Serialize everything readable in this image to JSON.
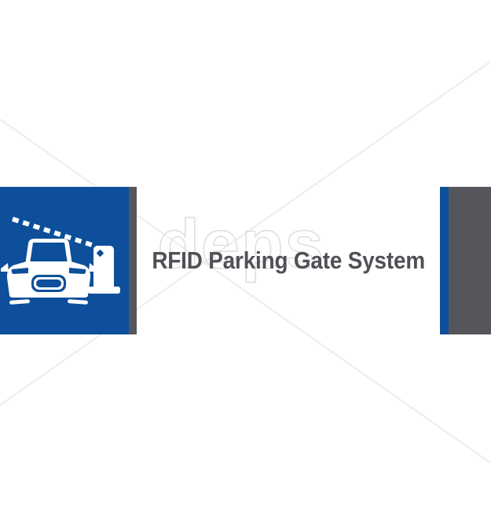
{
  "banner": {
    "title": "RFID Parking Gate System"
  },
  "watermark": {
    "text": "deps"
  },
  "icon": {
    "label": "parking-gate-barrier-with-car"
  },
  "colors": {
    "blue": "#0d4f9a",
    "dark_gray": "#54565b",
    "title_text": "#4f5156",
    "watermark_line": "#ededef",
    "watermark_text_stroke": "#dcdcde",
    "background": "#ffffff",
    "icon_white": "#ffffff"
  }
}
